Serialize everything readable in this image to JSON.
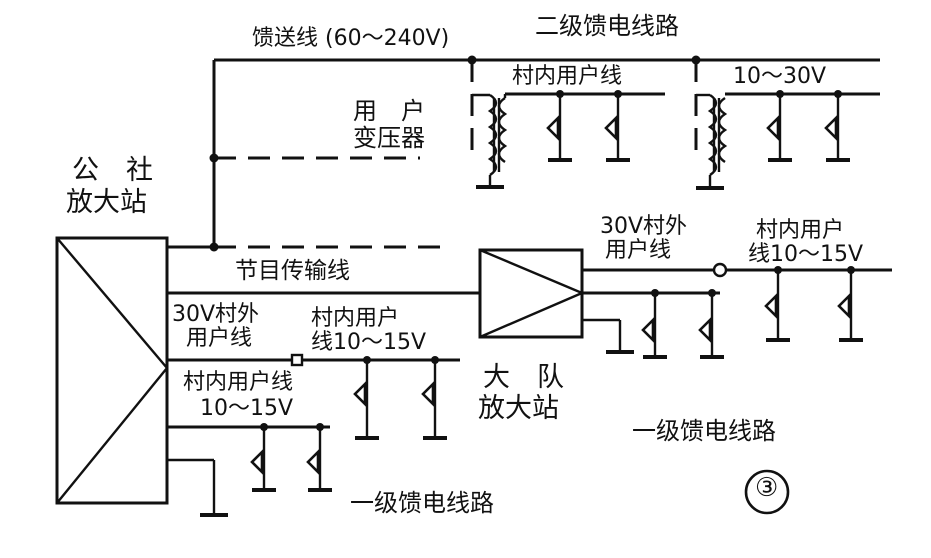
{
  "labels": {
    "feeder_line": "馈送线 (60～240V)",
    "secondary_circuit": "二级馈电线路",
    "village_user_line_top": "村内用户线",
    "voltage_top_right": "10～30V",
    "user_transformer_1": "用　户",
    "user_transformer_2": "变压器",
    "commune_station_1": "公　社",
    "commune_station_2": "放大站",
    "program_line": "节目传输线",
    "outer_user_line_left_1": "30V村外",
    "outer_user_line_left_2": "用户线",
    "inner_user_line_mid_1": "村内用户",
    "inner_user_line_mid_2": "线10～15V",
    "inner_user_line_low_1": "村内用户线",
    "inner_user_line_low_2": "10～15V",
    "brigade_station_1": "大　队",
    "brigade_station_2": "放大站",
    "outer_user_line_right_1": "30V村外",
    "outer_user_line_right_2": "用户线",
    "inner_user_line_right_1": "村内用户",
    "inner_user_line_right_2": "线10～15V",
    "primary_circuit_right": "一级馈电线路",
    "primary_circuit_bottom": "一级馈电线路",
    "figure_number": "③"
  },
  "colors": {
    "ink": "#111111",
    "paper": "#ffffff"
  }
}
